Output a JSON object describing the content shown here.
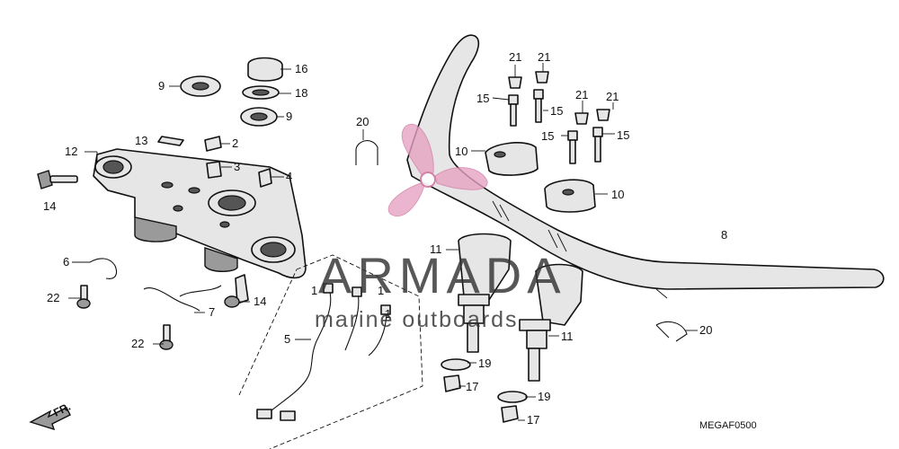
{
  "watermark": {
    "brand": "ARMADA",
    "tagline": "marine outboards",
    "color": "#e7a1c2"
  },
  "diagram_code": "MEGAF0500",
  "front_indicator": "FR.",
  "callouts": {
    "c1a": "1",
    "c1b": "1",
    "c1c": "1",
    "c2": "2",
    "c3": "3",
    "c4": "4",
    "c5": "5",
    "c6": "6",
    "c7": "7",
    "c8": "8",
    "c9a": "9",
    "c9b": "9",
    "c10a": "10",
    "c10b": "10",
    "c11a": "11",
    "c11b": "11",
    "c12": "12",
    "c13": "13",
    "c14a": "14",
    "c14b": "14",
    "c15a": "15",
    "c15b": "15",
    "c15c": "15",
    "c15d": "15",
    "c16": "16",
    "c17a": "17",
    "c17b": "17",
    "c18": "18",
    "c19a": "19",
    "c19b": "19",
    "c20a": "20",
    "c20b": "20",
    "c21a": "21",
    "c21b": "21",
    "c21c": "21",
    "c21d": "21",
    "c22a": "22",
    "c22b": "22"
  }
}
